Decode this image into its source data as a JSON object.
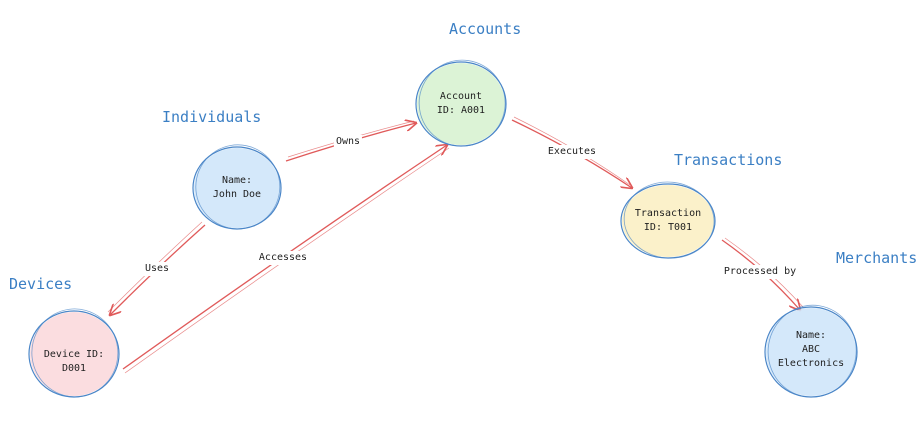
{
  "groups": {
    "accounts": "Accounts",
    "individuals": "Individuals",
    "transactions": "Transactions",
    "devices": "Devices",
    "merchants": "Merchants"
  },
  "nodes": {
    "account": {
      "label": "Account\nID: A001",
      "fill": "#d8f2d2"
    },
    "person": {
      "label": "Name:\nJohn Doe",
      "fill": "#cfe6fa"
    },
    "transaction": {
      "label": "Transaction\nID: T001",
      "fill": "#fbf0c4"
    },
    "device": {
      "label": "Device ID:\nD001",
      "fill": "#fbd9dd"
    },
    "merchant": {
      "label": "Name:\nABC\nElectronics",
      "fill": "#cfe6fa"
    }
  },
  "edges": {
    "owns": "Owns",
    "executes": "Executes",
    "uses": "Uses",
    "accesses": "Accesses",
    "processed_by": "Processed by"
  },
  "colors": {
    "node_stroke": "#4a86c8",
    "edge": "#e05a5a",
    "group_title": "#3b7fc4"
  }
}
